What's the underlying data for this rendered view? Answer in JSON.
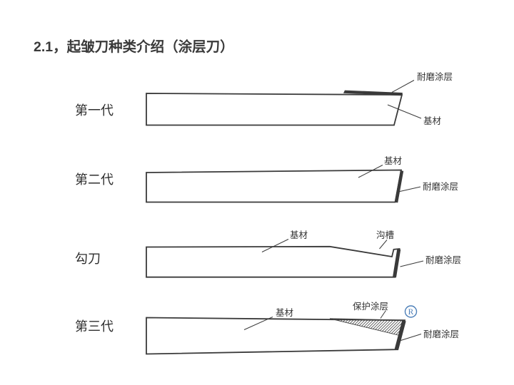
{
  "page": {
    "title": "2.1，起皱刀种类介绍（涂层刀）"
  },
  "colors": {
    "background": "#ffffff",
    "line": "#3a3a3a",
    "text": "#333333",
    "registered_mark_blue": "#4d7fb8"
  },
  "blades": [
    {
      "name": "第一代",
      "labels": {
        "coating": "耐磨涂层",
        "base": "基材"
      }
    },
    {
      "name": "第二代",
      "labels": {
        "base": "基材",
        "coating": "耐磨涂层"
      }
    },
    {
      "name": "勾刀",
      "labels": {
        "base": "基材",
        "groove": "沟槽",
        "coating": "耐磨涂层"
      }
    },
    {
      "name": "第三代",
      "labels": {
        "base": "基材",
        "protective": "保护涂层",
        "coating": "耐磨涂层"
      },
      "registered_mark": "R"
    }
  ]
}
